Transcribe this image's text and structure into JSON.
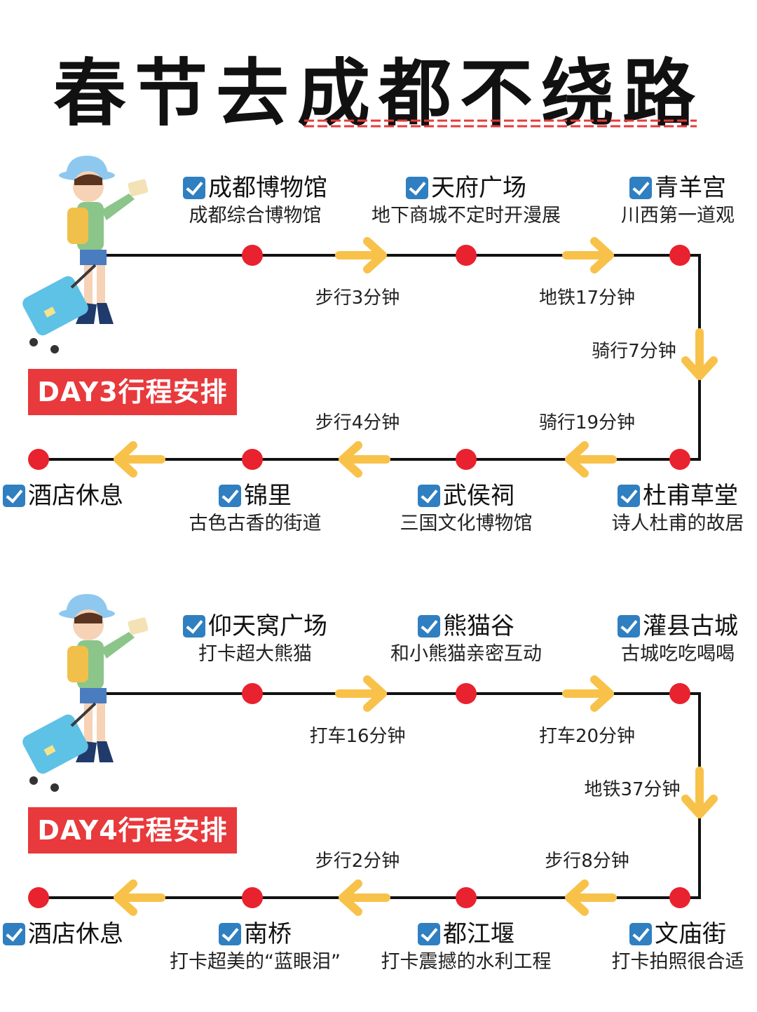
{
  "title": "春节去成都不绕路",
  "colors": {
    "accent_red": "#e8393c",
    "dot_red": "#e8222e",
    "arrow_yellow": "#f8c24a",
    "check_blue": "#2f7fc1",
    "line": "#111111"
  },
  "day3": {
    "badge": "DAY3行程安排",
    "top_row": [
      {
        "name": "成都博物馆",
        "sub": "成都综合博物馆"
      },
      {
        "name": "天府广场",
        "sub": "地下商城不定时开漫展"
      },
      {
        "name": "青羊宫",
        "sub": "川西第一道观"
      }
    ],
    "bottom_row": [
      {
        "name": "酒店休息",
        "sub": ""
      },
      {
        "name": "锦里",
        "sub": "古色古香的街道"
      },
      {
        "name": "武侯祠",
        "sub": "三国文化博物馆"
      },
      {
        "name": "杜甫草堂",
        "sub": "诗人杜甫的故居"
      }
    ],
    "top_legs": [
      "步行3分钟",
      "地铁17分钟"
    ],
    "side_leg": "骑行7分钟",
    "bottom_legs": [
      "步行4分钟",
      "骑行19分钟"
    ]
  },
  "day4": {
    "badge": "DAY4行程安排",
    "top_row": [
      {
        "name": "仰天窝广场",
        "sub": "打卡超大熊猫"
      },
      {
        "name": "熊猫谷",
        "sub": "和小熊猫亲密互动"
      },
      {
        "name": "灌县古城",
        "sub": "古城吃吃喝喝"
      }
    ],
    "bottom_row": [
      {
        "name": "酒店休息",
        "sub": ""
      },
      {
        "name": "南桥",
        "sub": "打卡超美的“蓝眼泪”"
      },
      {
        "name": "都江堰",
        "sub": "打卡震撼的水利工程"
      },
      {
        "name": "文庙街",
        "sub": "打卡拍照很合适"
      }
    ],
    "top_legs": [
      "打车16分钟",
      "打车20分钟"
    ],
    "side_leg": "地铁37分钟",
    "bottom_legs": [
      "步行2分钟",
      "步行8分钟"
    ]
  },
  "icons": [
    "checkbox-icon",
    "traveler-illustration",
    "arrow-right-icon",
    "arrow-left-icon",
    "arrow-down-icon"
  ]
}
